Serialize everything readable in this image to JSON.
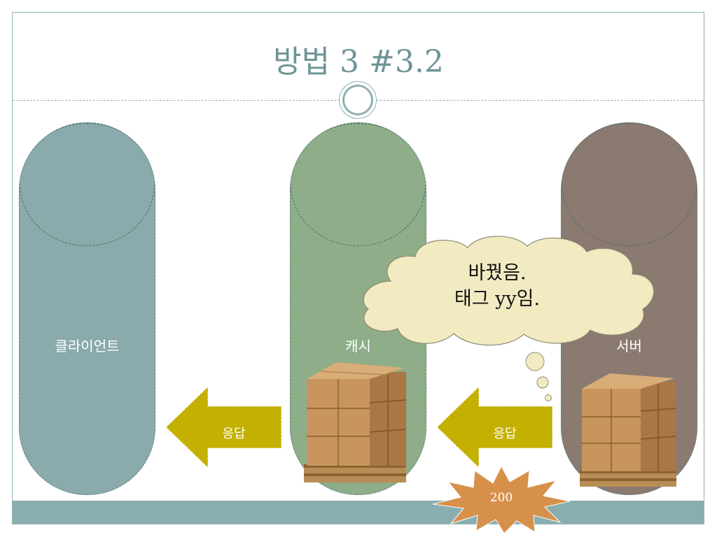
{
  "slide": {
    "title": "방법 3 #3.2"
  },
  "pillars": [
    {
      "label": "클라이언트",
      "color": "#8aaaab"
    },
    {
      "label": "캐시",
      "color": "#8ead88"
    },
    {
      "label": "서버",
      "color": "#8b7a70"
    }
  ],
  "arrows": [
    {
      "label": "응답",
      "color": "#c3b000"
    },
    {
      "label": "응답",
      "color": "#c3b000"
    }
  ],
  "callout": {
    "line1": "바꿨음.",
    "line2": "태그 yy임."
  },
  "status_burst": {
    "label": "200",
    "color": "#d7904a"
  },
  "colors": {
    "accent": "#8fb0b2",
    "title": "#6f9497",
    "cloud_fill": "#f2ebc2",
    "cloud_stroke": "#8d8a72",
    "bottom_bar": "#89aeaf"
  },
  "icons": {
    "cargo": "cardboard-boxes-on-pallet-icon",
    "cloud": "thought-cloud-icon",
    "arrow": "left-arrow-icon",
    "burst": "starburst-icon"
  }
}
